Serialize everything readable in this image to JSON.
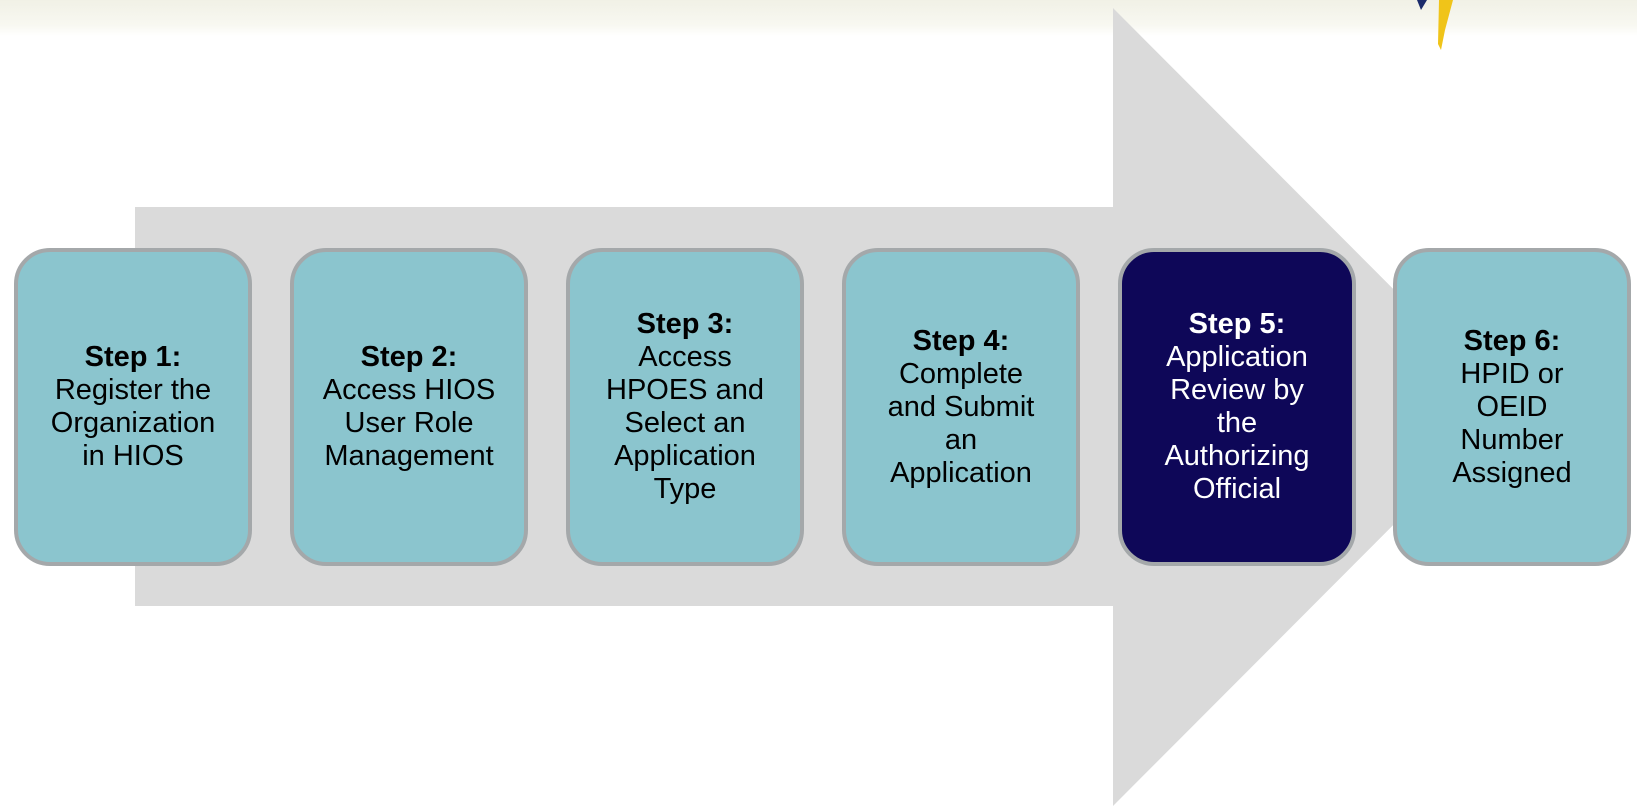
{
  "colors": {
    "arrow": "#dadada",
    "step_fill": "#8bc5ce",
    "step_active_fill": "#0e0758",
    "step_border": "#a4a8aa"
  },
  "logo": {
    "icon": "partial-logo-icon"
  },
  "steps": [
    {
      "title": "Step 1:",
      "description": "Register the Organization in HIOS",
      "active": false
    },
    {
      "title": "Step 2:",
      "description": "Access HIOS User Role Management",
      "active": false
    },
    {
      "title": "Step 3:",
      "description": "Access HPOES and Select an Application Type",
      "active": false
    },
    {
      "title": "Step 4:",
      "description": "Complete and Submit an Application",
      "active": false
    },
    {
      "title": "Step 5:",
      "description": "Application Review by the Authorizing Official",
      "active": true
    },
    {
      "title": "Step 6:",
      "description": "HPID or OEID Number Assigned",
      "active": false
    }
  ]
}
